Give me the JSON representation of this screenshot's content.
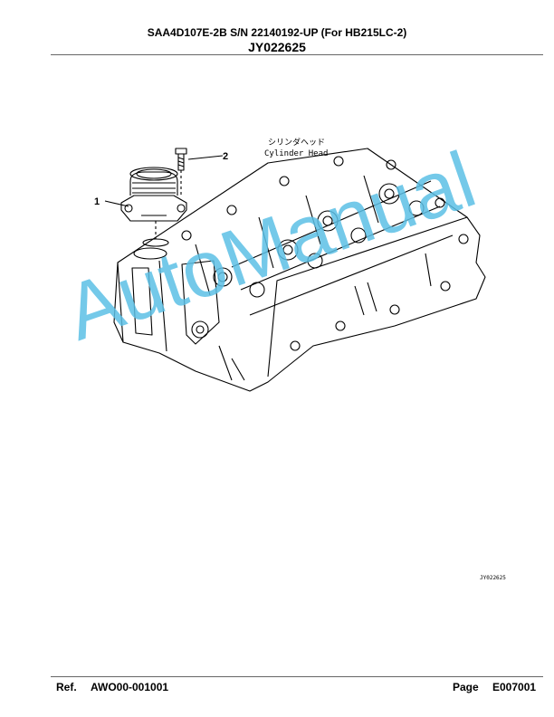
{
  "header": {
    "title": "SAA4D107E-2B S/N 22140192-UP (For HB215LC-2)",
    "code": "JY022625"
  },
  "illustration": {
    "jp_label": "シリンダヘッド",
    "en_label": "Cylinder Head",
    "callouts": [
      "1",
      "2"
    ],
    "figure_id": "JY022625"
  },
  "watermark": "AutoManual",
  "footer": {
    "ref_label": "Ref.",
    "ref_value": "AWO00-001001",
    "page_label": "Page",
    "page_value": "E007001"
  }
}
